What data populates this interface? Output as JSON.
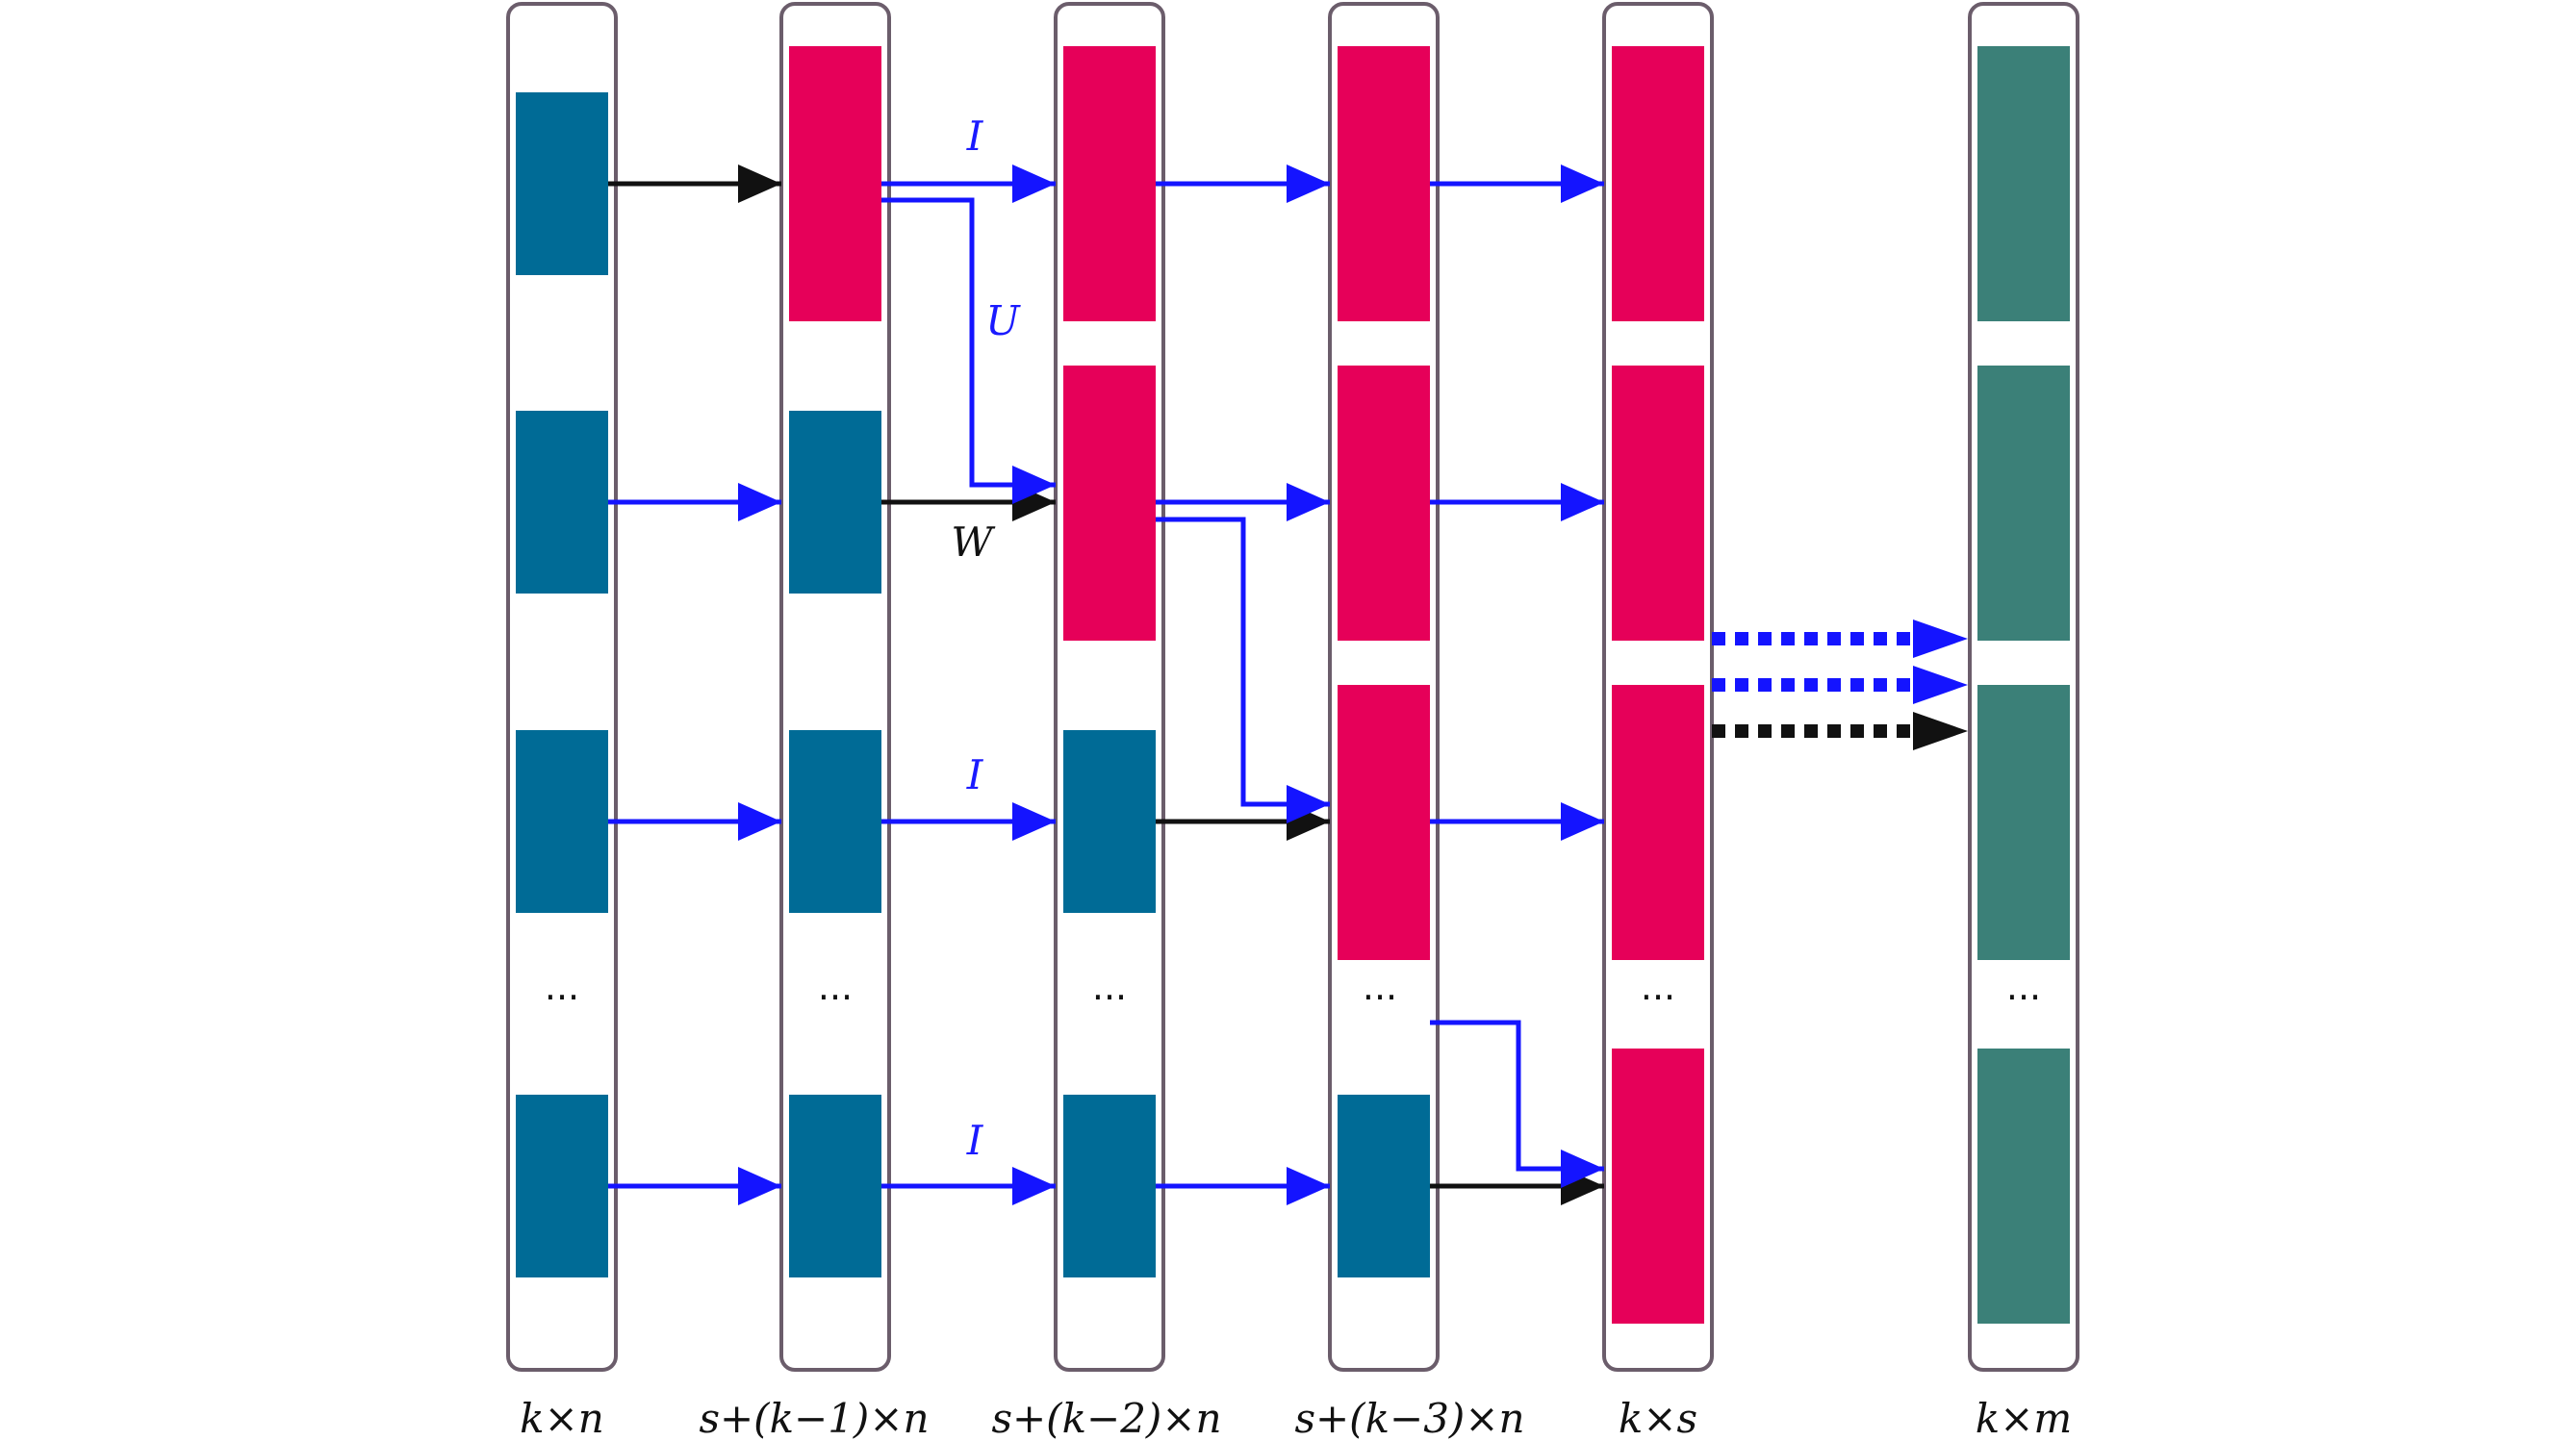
{
  "colors": {
    "column_border": "#6b5d6b",
    "teal_block": "#006b96",
    "pink_block": "#e60059",
    "green_block": "#3b8078",
    "blue_edge": "#1414ff",
    "black_edge": "#111111"
  },
  "columns": [
    {
      "label": "k×n"
    },
    {
      "label": "s+(k−1)×n"
    },
    {
      "label": "s+(k−2)×n"
    },
    {
      "label": "s+(k−3)×n"
    },
    {
      "label": "k×s"
    },
    {
      "label": "k×m"
    }
  ],
  "ellipsis": "···",
  "edge_labels": {
    "I_top": "I",
    "U": "U",
    "W": "W",
    "I_mid": "I",
    "I_bottom": "I"
  }
}
